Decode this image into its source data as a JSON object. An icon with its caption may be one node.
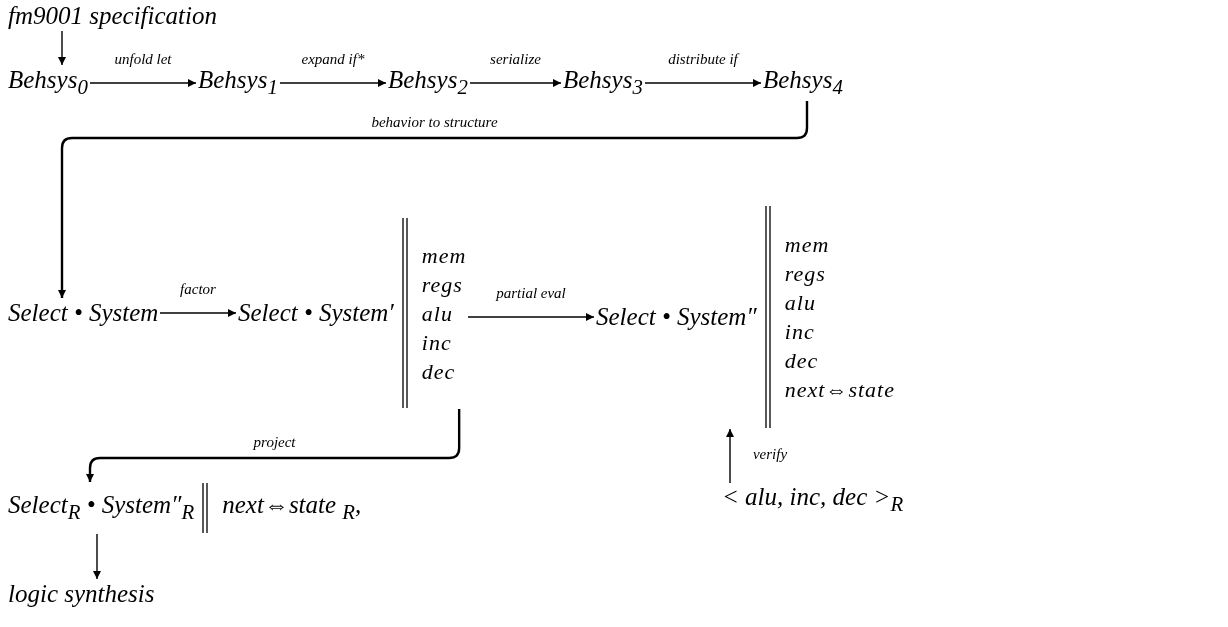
{
  "diagram": {
    "nodes": [
      {
        "text": [
          "fm9001 specification"
        ]
      },
      {
        "text": [
          "Behsys$_{0}$"
        ]
      },
      {
        "text": [
          "Behsys$_{1}$"
        ]
      },
      {
        "text": [
          "Behsys$_{2}$"
        ]
      },
      {
        "text": [
          "Behsys$_{3}$"
        ]
      },
      {
        "text": [
          "Behsys$_{4}$"
        ]
      },
      {
        "text": [
          "Select • System"
        ]
      },
      {
        "text": [
          "Select • System′",
          "mem regs alu inc dec"
        ]
      },
      {
        "text": [
          "Select • System″",
          "mem regs alu inc dec next⇔state"
        ]
      },
      {
        "text": [
          "Select$_{R}$ • System″$_{R}$",
          "next⇔state $_{R}$,"
        ]
      },
      {
        "text": [
          "< alu, inc, dec >$_{R}$"
        ]
      },
      {
        "text": [
          "logic synthesis"
        ]
      }
    ],
    "edges": [
      {
        "from": 0,
        "to": 1,
        "arrow": "to"
      },
      {
        "from": 1,
        "to": 2,
        "arrow": "to",
        "label": "unfold let"
      },
      {
        "from": 2,
        "to": 3,
        "arrow": "to",
        "label": "expand if*"
      },
      {
        "from": 3,
        "to": 4,
        "arrow": "to",
        "label": "serialize"
      },
      {
        "from": 4,
        "to": 5,
        "arrow": "to",
        "label": "distribute if"
      },
      {
        "from": 5,
        "to": 6,
        "arrow": "to",
        "label": "behavior to structure"
      },
      {
        "from": 6,
        "to": 7,
        "arrow": "to",
        "label": "factor"
      },
      {
        "from": 7,
        "to": 8,
        "arrow": "to",
        "label": "partial eval"
      },
      {
        "from": 7,
        "to": 9,
        "arrow": "to",
        "label": "project"
      },
      {
        "from": 10,
        "to": 8,
        "arrow": "to",
        "label": "verify"
      },
      {
        "from": 9,
        "to": 11,
        "arrow": "to"
      }
    ]
  }
}
